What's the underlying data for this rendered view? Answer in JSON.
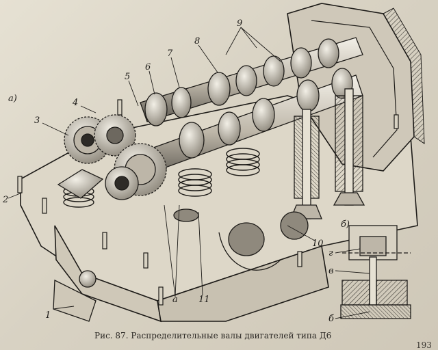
{
  "figure": {
    "caption": "Рис. 87. Распределительные валы двигателей типа Д6",
    "page_number": "193"
  },
  "views": {
    "main": "а)",
    "inset": "б)"
  },
  "callouts": [
    "1",
    "2",
    "3",
    "4",
    "5",
    "6",
    "7",
    "8",
    "9",
    "10",
    "11",
    "а"
  ],
  "inset_callouts": [
    "г",
    "в",
    "б"
  ],
  "colors": {
    "paper": "#d9d3c4",
    "ink": "#1d1b18",
    "hatch": "#3b3833"
  }
}
